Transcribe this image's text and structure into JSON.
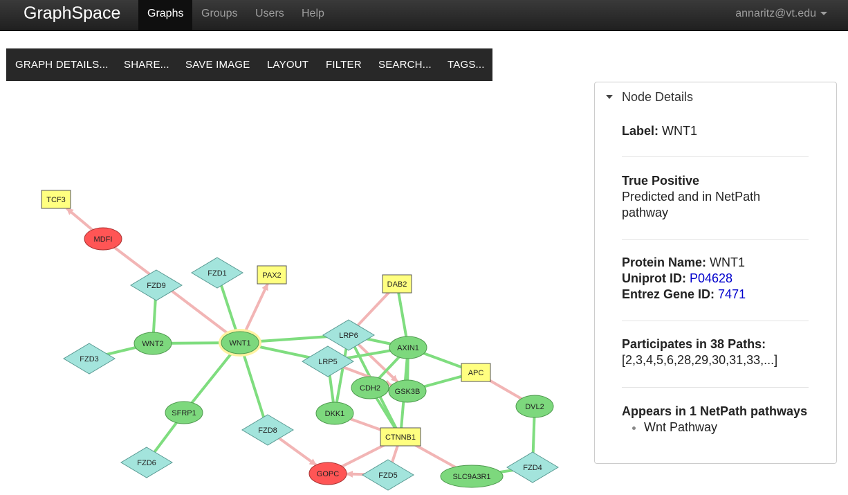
{
  "navbar": {
    "brand": "GraphSpace",
    "items": [
      "Graphs",
      "Groups",
      "Users",
      "Help"
    ],
    "active": "Graphs",
    "user": "annaritz@vt.edu"
  },
  "toolbar": [
    "GRAPH DETAILS...",
    "SHARE...",
    "SAVE IMAGE",
    "LAYOUT",
    "FILTER",
    "SEARCH...",
    "TAGS..."
  ],
  "colors": {
    "node_green": "#7dd87d",
    "node_cyan": "#a3e4dc",
    "node_yellow": "#ffff80",
    "node_red": "#ff5555",
    "edge_green": "#7fdd7f",
    "edge_pink": "#f2b5b5",
    "selection_halo": "#fff2a0"
  },
  "graph": {
    "nodes": [
      {
        "id": "TCF3",
        "label": "TCF3",
        "shape": "rectangle",
        "color": "yellow"
      },
      {
        "id": "MDFI",
        "label": "MDFI",
        "shape": "ellipse",
        "color": "red"
      },
      {
        "id": "FZD9",
        "label": "FZD9",
        "shape": "diamond",
        "color": "cyan"
      },
      {
        "id": "FZD1",
        "label": "FZD1",
        "shape": "diamond",
        "color": "cyan"
      },
      {
        "id": "PAX2",
        "label": "PAX2",
        "shape": "rectangle",
        "color": "yellow"
      },
      {
        "id": "DAB2",
        "label": "DAB2",
        "shape": "rectangle",
        "color": "yellow"
      },
      {
        "id": "LRP6",
        "label": "LRP6",
        "shape": "diamond",
        "color": "cyan"
      },
      {
        "id": "AXIN1",
        "label": "AXIN1",
        "shape": "ellipse",
        "color": "green"
      },
      {
        "id": "WNT2",
        "label": "WNT2",
        "shape": "ellipse",
        "color": "green"
      },
      {
        "id": "WNT1",
        "label": "WNT1",
        "shape": "ellipse",
        "color": "green",
        "selected": true
      },
      {
        "id": "FZD3",
        "label": "FZD3",
        "shape": "diamond",
        "color": "cyan"
      },
      {
        "id": "LRP5",
        "label": "LRP5",
        "shape": "diamond",
        "color": "cyan"
      },
      {
        "id": "APC",
        "label": "APC",
        "shape": "rectangle",
        "color": "yellow"
      },
      {
        "id": "CDH2",
        "label": "CDH2",
        "shape": "ellipse",
        "color": "green"
      },
      {
        "id": "GSK3B",
        "label": "GSK3B",
        "shape": "ellipse",
        "color": "green"
      },
      {
        "id": "DVL2",
        "label": "DVL2",
        "shape": "ellipse",
        "color": "green"
      },
      {
        "id": "SFRP1",
        "label": "SFRP1",
        "shape": "ellipse",
        "color": "green"
      },
      {
        "id": "DKK1",
        "label": "DKK1",
        "shape": "ellipse",
        "color": "green"
      },
      {
        "id": "FZD8",
        "label": "FZD8",
        "shape": "diamond",
        "color": "cyan"
      },
      {
        "id": "CTNNB1",
        "label": "CTNNB1",
        "shape": "rectangle",
        "color": "yellow"
      },
      {
        "id": "FZD6",
        "label": "FZD6",
        "shape": "diamond",
        "color": "cyan"
      },
      {
        "id": "FZD4",
        "label": "FZD4",
        "shape": "diamond",
        "color": "cyan"
      },
      {
        "id": "GOPC",
        "label": "GOPC",
        "shape": "ellipse",
        "color": "red"
      },
      {
        "id": "FZD5",
        "label": "FZD5",
        "shape": "diamond",
        "color": "cyan"
      },
      {
        "id": "SLC9A3R1",
        "label": "SLC9A3R1",
        "shape": "ellipse",
        "color": "green"
      }
    ],
    "edges": [
      {
        "source": "MDFI",
        "target": "TCF3",
        "color": "pink",
        "directed": true
      },
      {
        "source": "WNT1",
        "target": "MDFI",
        "color": "pink",
        "directed": false
      },
      {
        "source": "WNT1",
        "target": "PAX2",
        "color": "pink",
        "directed": true
      },
      {
        "source": "WNT1",
        "target": "FZD1",
        "color": "green",
        "directed": false
      },
      {
        "source": "WNT1",
        "target": "WNT2",
        "color": "green",
        "directed": false
      },
      {
        "source": "WNT2",
        "target": "FZD9",
        "color": "green",
        "directed": false
      },
      {
        "source": "WNT2",
        "target": "FZD3",
        "color": "green",
        "directed": false
      },
      {
        "source": "WNT1",
        "target": "LRP6",
        "color": "green",
        "directed": false
      },
      {
        "source": "WNT1",
        "target": "LRP5",
        "color": "green",
        "directed": false
      },
      {
        "source": "WNT1",
        "target": "SFRP1",
        "color": "green",
        "directed": false
      },
      {
        "source": "WNT1",
        "target": "FZD8",
        "color": "green",
        "directed": false
      },
      {
        "source": "SFRP1",
        "target": "FZD6",
        "color": "green",
        "directed": false
      },
      {
        "source": "FZD8",
        "target": "GOPC",
        "color": "pink",
        "directed": true
      },
      {
        "source": "LRP6",
        "target": "DAB2",
        "color": "pink",
        "directed": false
      },
      {
        "source": "LRP6",
        "target": "AXIN1",
        "color": "green",
        "directed": false
      },
      {
        "source": "LRP6",
        "target": "DKK1",
        "color": "green",
        "directed": false
      },
      {
        "source": "LRP6",
        "target": "CTNNB1",
        "color": "green",
        "directed": false
      },
      {
        "source": "LRP6",
        "target": "GSK3B",
        "color": "pink",
        "directed": true
      },
      {
        "source": "LRP5",
        "target": "AXIN1",
        "color": "green",
        "directed": false
      },
      {
        "source": "LRP5",
        "target": "DKK1",
        "color": "green",
        "directed": false
      },
      {
        "source": "LRP5",
        "target": "GSK3B",
        "color": "pink",
        "directed": true
      },
      {
        "source": "DAB2",
        "target": "AXIN1",
        "color": "green",
        "directed": false
      },
      {
        "source": "AXIN1",
        "target": "APC",
        "color": "green",
        "directed": false
      },
      {
        "source": "AXIN1",
        "target": "GSK3B",
        "color": "green",
        "directed": false
      },
      {
        "source": "AXIN1",
        "target": "CTNNB1",
        "color": "green",
        "directed": false
      },
      {
        "source": "AXIN1",
        "target": "CDH2",
        "color": "green",
        "directed": false
      },
      {
        "source": "APC",
        "target": "GSK3B",
        "color": "green",
        "directed": false
      },
      {
        "source": "APC",
        "target": "DVL2",
        "color": "pink",
        "directed": false
      },
      {
        "source": "DVL2",
        "target": "FZD4",
        "color": "green",
        "directed": false
      },
      {
        "source": "FZD4",
        "target": "SLC9A3R1",
        "color": "green",
        "directed": false
      },
      {
        "source": "CTNNB1",
        "target": "SLC9A3R1",
        "color": "pink",
        "directed": false
      },
      {
        "source": "CTNNB1",
        "target": "GOPC",
        "color": "pink",
        "directed": false
      },
      {
        "source": "CTNNB1",
        "target": "FZD5",
        "color": "pink",
        "directed": false
      },
      {
        "source": "FZD5",
        "target": "GOPC",
        "color": "pink",
        "directed": true
      },
      {
        "source": "DKK1",
        "target": "CTNNB1",
        "color": "pink",
        "directed": false
      },
      {
        "source": "CDH2",
        "target": "CTNNB1",
        "color": "green",
        "directed": false
      }
    ]
  },
  "panel": {
    "title": "Node Details",
    "label_key": "Label:",
    "label_value": "WNT1",
    "status_title": "True Positive",
    "status_text": "Predicted and in NetPath pathway",
    "protein_key": "Protein Name:",
    "protein_value": "WNT1",
    "uniprot_key": "Uniprot ID:",
    "uniprot_value": "P04628",
    "entrez_key": "Entrez Gene ID:",
    "entrez_value": "7471",
    "paths_title": "Participates in 38 Paths:",
    "paths_list": "[2,3,4,5,6,28,29,30,31,33,...]",
    "pathways_title": "Appears in 1 NetPath pathways",
    "pathways": [
      "Wnt Pathway"
    ]
  }
}
